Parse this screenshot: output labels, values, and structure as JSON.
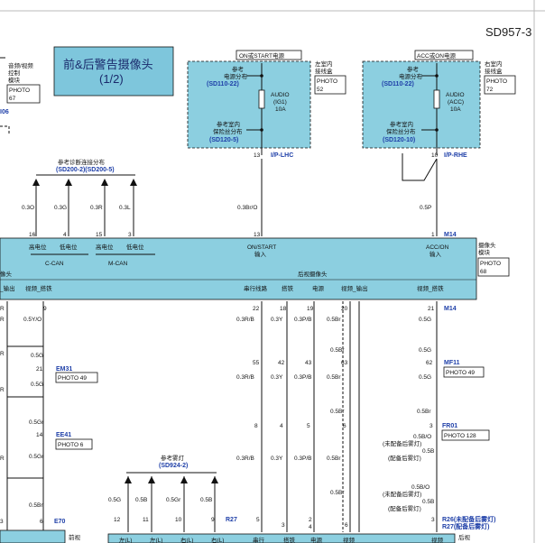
{
  "page": {
    "code": "SD957-3",
    "title_line1": "前&后警告摄像头",
    "title_line2": "(1/2)"
  },
  "left_module": {
    "lines": [
      "音频/视频",
      "控制",
      "模块"
    ],
    "photo_label": "PHOTO",
    "photo_num": "67",
    "connector": "I06"
  },
  "fuse_lhc": {
    "power_header": "ON或START电源",
    "ref_power": "参考",
    "ref_power2": "电源分布",
    "ref_power_code": "(SD110-22)",
    "fuse_name1": "AUDIO",
    "fuse_name2": "(IG1)",
    "fuse_rating": "10A",
    "ref_fuse1": "参考室内",
    "ref_fuse2": "保险丝分布",
    "ref_fuse_code": "(SD120-5)",
    "junction1": "左室内",
    "junction2": "接线盒",
    "photo_label": "PHOTO",
    "photo_num": "52",
    "pin": "13",
    "connector": "I/P-LHC",
    "wire": "0.3Br/O",
    "pin_cam": "13"
  },
  "fuse_rhe": {
    "power_header": "ACC或ON电源",
    "ref_power": "参考",
    "ref_power2": "电源分布",
    "ref_power_code": "(SD110-22)",
    "fuse_name1": "AUDIO",
    "fuse_name2": "(ACC)",
    "fuse_rating": "10A",
    "ref_fuse1": "参考室内",
    "ref_fuse2": "保险丝分布",
    "ref_fuse_code": "(SD120-10)",
    "junction1": "右室内",
    "junction2": "接线盒",
    "photo_label": "PHOTO",
    "photo_num": "72",
    "pin": "10",
    "connector": "I/P-RHE",
    "wire": "0.5P",
    "pin_cam": "1",
    "cam_connector": "M14"
  },
  "diag_ref": {
    "line1": "参考诊断连接分布",
    "line2": "(SD200-2)(SD200-5)"
  },
  "can_wires": [
    {
      "wire": "0.3O",
      "pin": "16"
    },
    {
      "wire": "0.3G",
      "pin": "4"
    },
    {
      "wire": "0.3R",
      "pin": "15"
    },
    {
      "wire": "0.3L",
      "pin": "3"
    }
  ],
  "camera_module": {
    "can_hi": "高电位",
    "can_lo": "低电位",
    "mcan_hi": "高电位",
    "mcan_lo": "低电位",
    "ccan": "C-CAN",
    "mcan": "M-CAN",
    "on_start1": "ON/START",
    "on_start2": "输入",
    "acc_on1": "ACC/ON",
    "acc_on2": "输入",
    "left_label": "像头",
    "left_video": "_输出",
    "left_video2": "视频_搭铁",
    "rear_cam": "后视摄像头",
    "serial": "串行线路",
    "ground": "搭铁",
    "power": "电源",
    "video_out": "视频_输出",
    "video_gnd": "视频_搭铁",
    "module1": "摄像头",
    "module2": "模块",
    "photo_label": "PHOTO",
    "photo_num": "68"
  },
  "lower_left": {
    "pin9": "9",
    "wire1": "0.5Y/O",
    "wire2": "0.5G",
    "pin21": "21",
    "conn_em31": "EM31",
    "photo_em31": "PHOTO 49",
    "wire3": "0.5G",
    "wire4": "0.5Gr",
    "pin14": "14",
    "conn_ee41": "EE41",
    "photo_ee41": "PHOTO 6",
    "wire5": "0.5Gr",
    "wire6": "0.5Br",
    "pin6": "6",
    "conn_e70": "E70",
    "front_view": "前视",
    "r_marks": [
      "R",
      "R",
      "R",
      "R",
      "R",
      "3"
    ]
  },
  "rear_pins_top": {
    "pins": [
      "22",
      "18",
      "19",
      "20",
      "21"
    ],
    "wires": [
      "0.3R/B",
      "0.3Y",
      "0.3P/B",
      "0.5Br",
      "0.5G"
    ],
    "connector": "M14"
  },
  "rear_pins_mid": {
    "pins": [
      "55",
      "42",
      "43",
      "63",
      "62"
    ],
    "wires": [
      "0.3R/B",
      "0.3Y",
      "0.3P/B",
      "0.5Br",
      "0.5G"
    ],
    "connector": "MF11",
    "photo": "PHOTO 49",
    "extra_wire_a": "0.5Br",
    "extra_wire_b": "0.5G"
  },
  "rear_pins_low": {
    "pins": [
      "8",
      "4",
      "5",
      "6",
      "3"
    ],
    "wires": [
      "0.3R/B",
      "0.3Y",
      "0.3P/B",
      "0.5Br"
    ],
    "connector": "FR01",
    "photo": "PHOTO 128",
    "w_br": "0.5Br",
    "w_bo": "0.5B/O",
    "no_fog": "(未配备后雾灯)",
    "w_b": "0.5B",
    "with_fog": "(配备后雾灯)",
    "w_br2": "0.5Br"
  },
  "fog": {
    "ref1": "参考雾灯",
    "ref2": "(SD924-2)",
    "wires": [
      "0.5G",
      "0.5B",
      "0.5Gr",
      "0.5B"
    ],
    "pins": [
      "12",
      "11",
      "10",
      "9"
    ],
    "connector": "R27",
    "bottom_labels": [
      "左(L)",
      "左(L)",
      "右(L)",
      "右(L)"
    ]
  },
  "rear_bottom": {
    "pins": [
      "5",
      "3",
      "2",
      "4",
      "6"
    ],
    "sub": [
      "",
      "",
      "4",
      "",
      ""
    ],
    "w_bo": "0.5B/O",
    "no_fog": "(未配备后雾灯)",
    "w_b": "0.5B",
    "with_fog": "(配备后雾灯)",
    "pin_r": "3",
    "r26": "R26(未配备后雾灯)",
    "r27": "R27(配备后雾灯)",
    "labels": [
      "串行",
      "搭铁",
      "电源",
      "视频",
      "视频"
    ],
    "rear_view": "后视"
  }
}
